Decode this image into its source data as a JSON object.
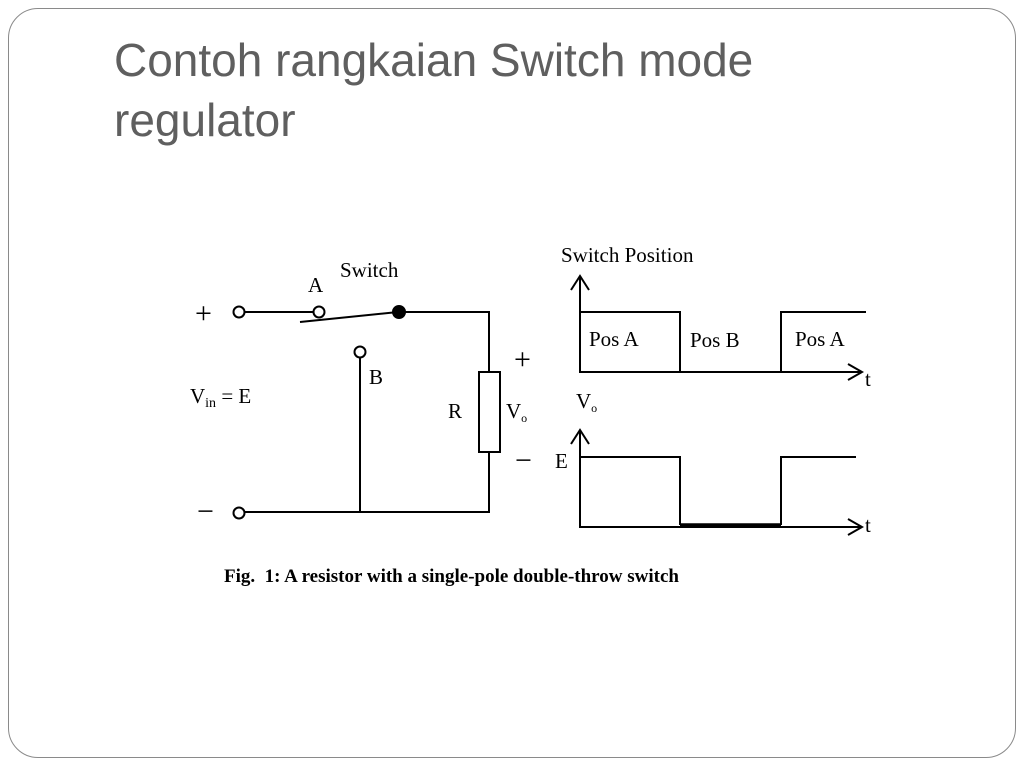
{
  "slide": {
    "title_line1": "Contoh rangkaian Switch mode",
    "title_line2": "regulator"
  },
  "circuit": {
    "plus": "+",
    "minus": "−",
    "switch_label": "Switch",
    "terminal_a": "A",
    "terminal_b": "B",
    "vin_main": "V",
    "vin_sub": "in",
    "vin_rest": " = E",
    "r_label": "R",
    "vo_main": "V",
    "vo_sub": "o",
    "out_plus": "+",
    "out_minus": "−"
  },
  "timing": {
    "switch_position_title": "Switch Position",
    "pos_labels": [
      "Pos A",
      "Pos B",
      "Pos A"
    ],
    "t_label": "t",
    "vo_main": "V",
    "vo_sub": "o",
    "e_label": "E",
    "t_label2": "t"
  },
  "caption": "Fig.  1: A resistor with a single-pole double-throw switch"
}
